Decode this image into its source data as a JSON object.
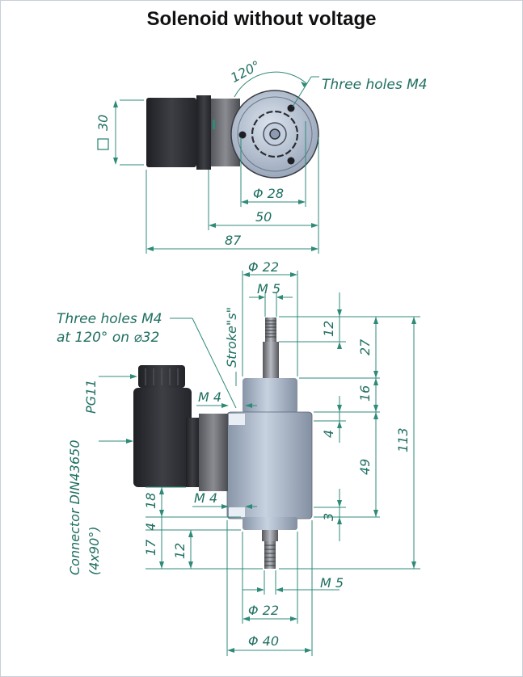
{
  "title": "Solenoid without voltage",
  "top_view": {
    "angle_label": "120°",
    "holes_label": "Three holes  M4",
    "square_label": "30",
    "bore_label": "Φ 28",
    "width_label": "50",
    "length_label": "87"
  },
  "side_view": {
    "top_dia_label": "Φ 22",
    "top_thread_label": "M 5",
    "holes_note_line1": "Three holes M4",
    "holes_note_line2": "at 120° on  ⌀32",
    "stroke_label": "Stroke\"s\"",
    "pg_label": "PG11",
    "m4_upper_label": "M 4",
    "m4_lower_label": "M 4",
    "connector_line1": "Connector DIN43650",
    "connector_line2": "(4x90°)",
    "dim_12_top": "12",
    "dim_27": "27",
    "dim_16": "16",
    "dim_4_right": "4",
    "dim_49": "49",
    "dim_113": "113",
    "dim_3": "3",
    "dim_18": "18",
    "dim_4_left": "4",
    "dim_17": "17",
    "dim_12_left": "12",
    "bottom_thread_label": "M 5",
    "bottom_dia_label": "Φ 22",
    "body_dia_label": "Φ 40"
  },
  "colors": {
    "dimension_lines": "#2f8a78",
    "dimension_text": "#1f6f61",
    "housing_dark": "#2f3035",
    "flange_blue": "#a9b7c9"
  }
}
